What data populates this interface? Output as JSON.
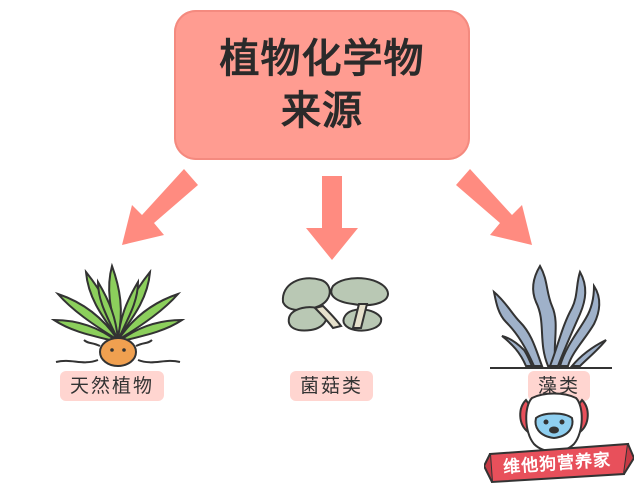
{
  "diagram": {
    "title_line1": "植物化学物",
    "title_line2": "来源",
    "sources": [
      {
        "label": "天然植物",
        "icon": "plant-icon"
      },
      {
        "label": "菌菇类",
        "icon": "mushroom-icon"
      },
      {
        "label": "藻类",
        "icon": "seaweed-icon"
      }
    ],
    "arrow_color": "#ff8b80",
    "box_color": "#ff9c91",
    "label_bg": "#ffd5d0"
  },
  "watermark": {
    "brand_text": "维他狗营养家",
    "mascot_icon": "dog-mascot-icon"
  }
}
